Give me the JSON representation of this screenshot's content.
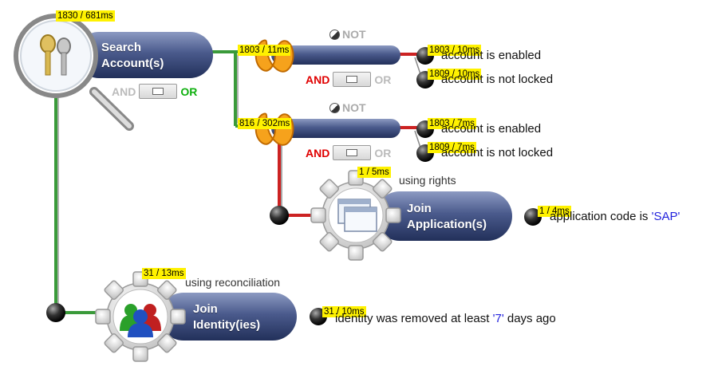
{
  "nodes": {
    "search": {
      "label_line1": "Search",
      "label_line2": "Account(s)",
      "timing": "1830 / 681ms"
    },
    "join_app": {
      "label_line1": "Join",
      "label_line2": "Application(s)",
      "timing": "1 / 5ms",
      "subtitle": "using rights"
    },
    "join_identity": {
      "label_line1": "Join",
      "label_line2": "Identity(ies)",
      "timing": "31 / 13ms",
      "subtitle": "using reconciliation"
    }
  },
  "operators": {
    "search_andor": {
      "and": "AND",
      "or": "OR"
    },
    "group1": {
      "timing": "1803 / 11ms",
      "not": "NOT",
      "and": "AND",
      "or": "OR"
    },
    "group2": {
      "timing": "816 / 302ms",
      "not": "NOT",
      "and": "AND",
      "or": "OR"
    }
  },
  "conditions": {
    "g1_enabled": {
      "timing": "1803 / 10ms",
      "text": "account is enabled"
    },
    "g1_locked": {
      "timing": "1809 / 10ms",
      "text": "account is not locked"
    },
    "g2_enabled": {
      "timing": "1803 / 7ms",
      "text": "account is enabled"
    },
    "g2_locked": {
      "timing": "1809 / 7ms",
      "text": "account is not locked"
    },
    "app_code": {
      "timing": "1 / 4ms",
      "text": "application code is",
      "value": "'SAP'"
    },
    "identity_removed": {
      "timing": "31 / 10ms",
      "text": "identity was removed at least",
      "value": "'7'",
      "suffix": "days ago"
    }
  },
  "colors": {
    "green_line": "#3a9a3a",
    "red_line": "#cc2222",
    "node_fill": "#3b4a7a",
    "value_blue": "#2222dd"
  },
  "icons": [
    "keys-magnifier-icon",
    "gear-window-icon",
    "gear-people-icon",
    "orange-join-icon"
  ]
}
